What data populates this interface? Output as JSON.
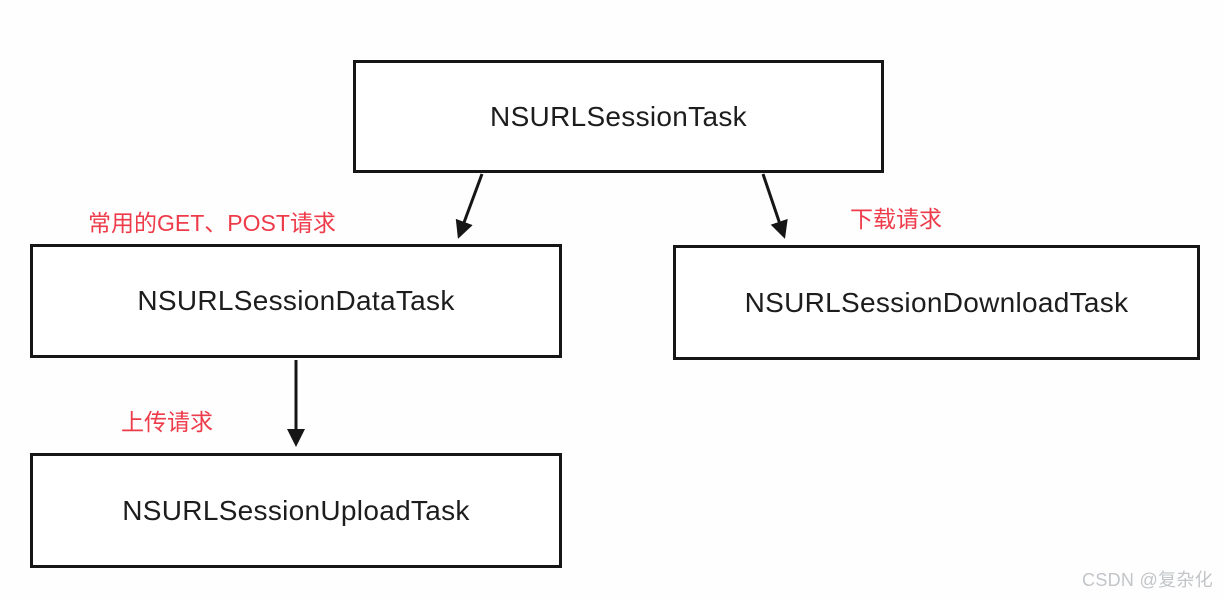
{
  "diagram": {
    "title_hint": "NSURLSessionTask class hierarchy",
    "nodes": [
      {
        "id": "root",
        "label": "NSURLSessionTask"
      },
      {
        "id": "data",
        "label": "NSURLSessionDataTask"
      },
      {
        "id": "download",
        "label": "NSURLSessionDownloadTask"
      },
      {
        "id": "upload",
        "label": "NSURLSessionUploadTask"
      }
    ],
    "edges": [
      {
        "from": "root",
        "to": "data",
        "label": "常用的GET、POST请求"
      },
      {
        "from": "root",
        "to": "download",
        "label": "下载请求"
      },
      {
        "from": "data",
        "to": "upload",
        "label": "上传请求"
      }
    ],
    "colors": {
      "node_border": "#161616",
      "node_text": "#1d1d1d",
      "edge_label": "#ee3b4a",
      "arrow": "#161616",
      "watermark": "#c2c5c8"
    }
  },
  "watermark": {
    "text": "CSDN @复杂化"
  }
}
